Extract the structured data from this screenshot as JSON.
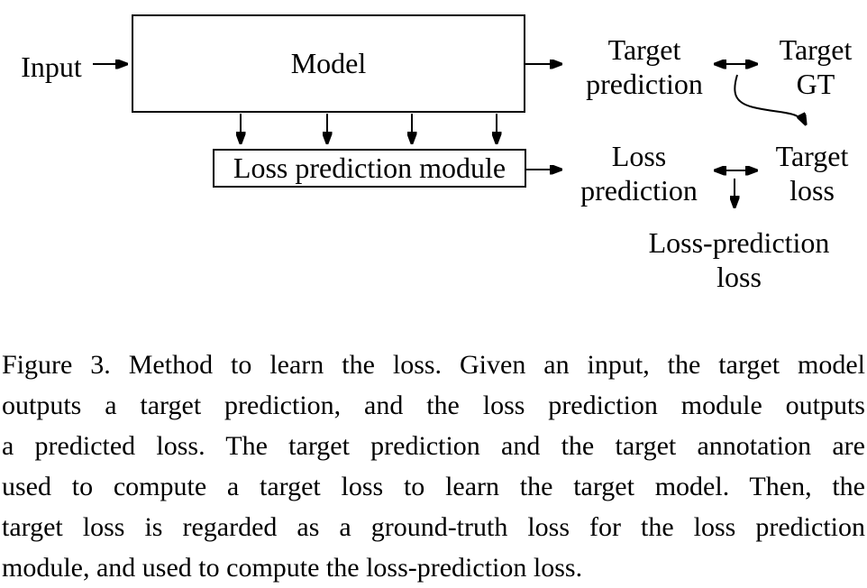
{
  "diagram": {
    "input": {
      "label": "Input"
    },
    "model_box": {
      "label": "Model"
    },
    "loss_module_box": {
      "label": "Loss prediction module"
    },
    "target_prediction": {
      "line1": "Target",
      "line2": "prediction"
    },
    "target_gt": {
      "line1": "Target",
      "line2": "GT"
    },
    "loss_prediction": {
      "line1": "Loss",
      "line2": "prediction"
    },
    "target_loss": {
      "line1": "Target",
      "line2": "loss"
    },
    "loss_prediction_loss": {
      "line1": "Loss-prediction",
      "line2": "loss"
    }
  },
  "caption": {
    "lines": [
      "Figure 3. Method to learn the loss. Given an input, the target model",
      "outputs a target prediction, and the loss prediction module outputs",
      "a predicted loss. The target prediction and the target annotation are",
      "used to compute a target loss to learn the target model. Then, the",
      "target loss is regarded as a ground-truth loss for the loss prediction",
      "module, and used to compute the loss-prediction loss."
    ]
  },
  "colors": {
    "ink": "#000000",
    "background": "#ffffff"
  }
}
